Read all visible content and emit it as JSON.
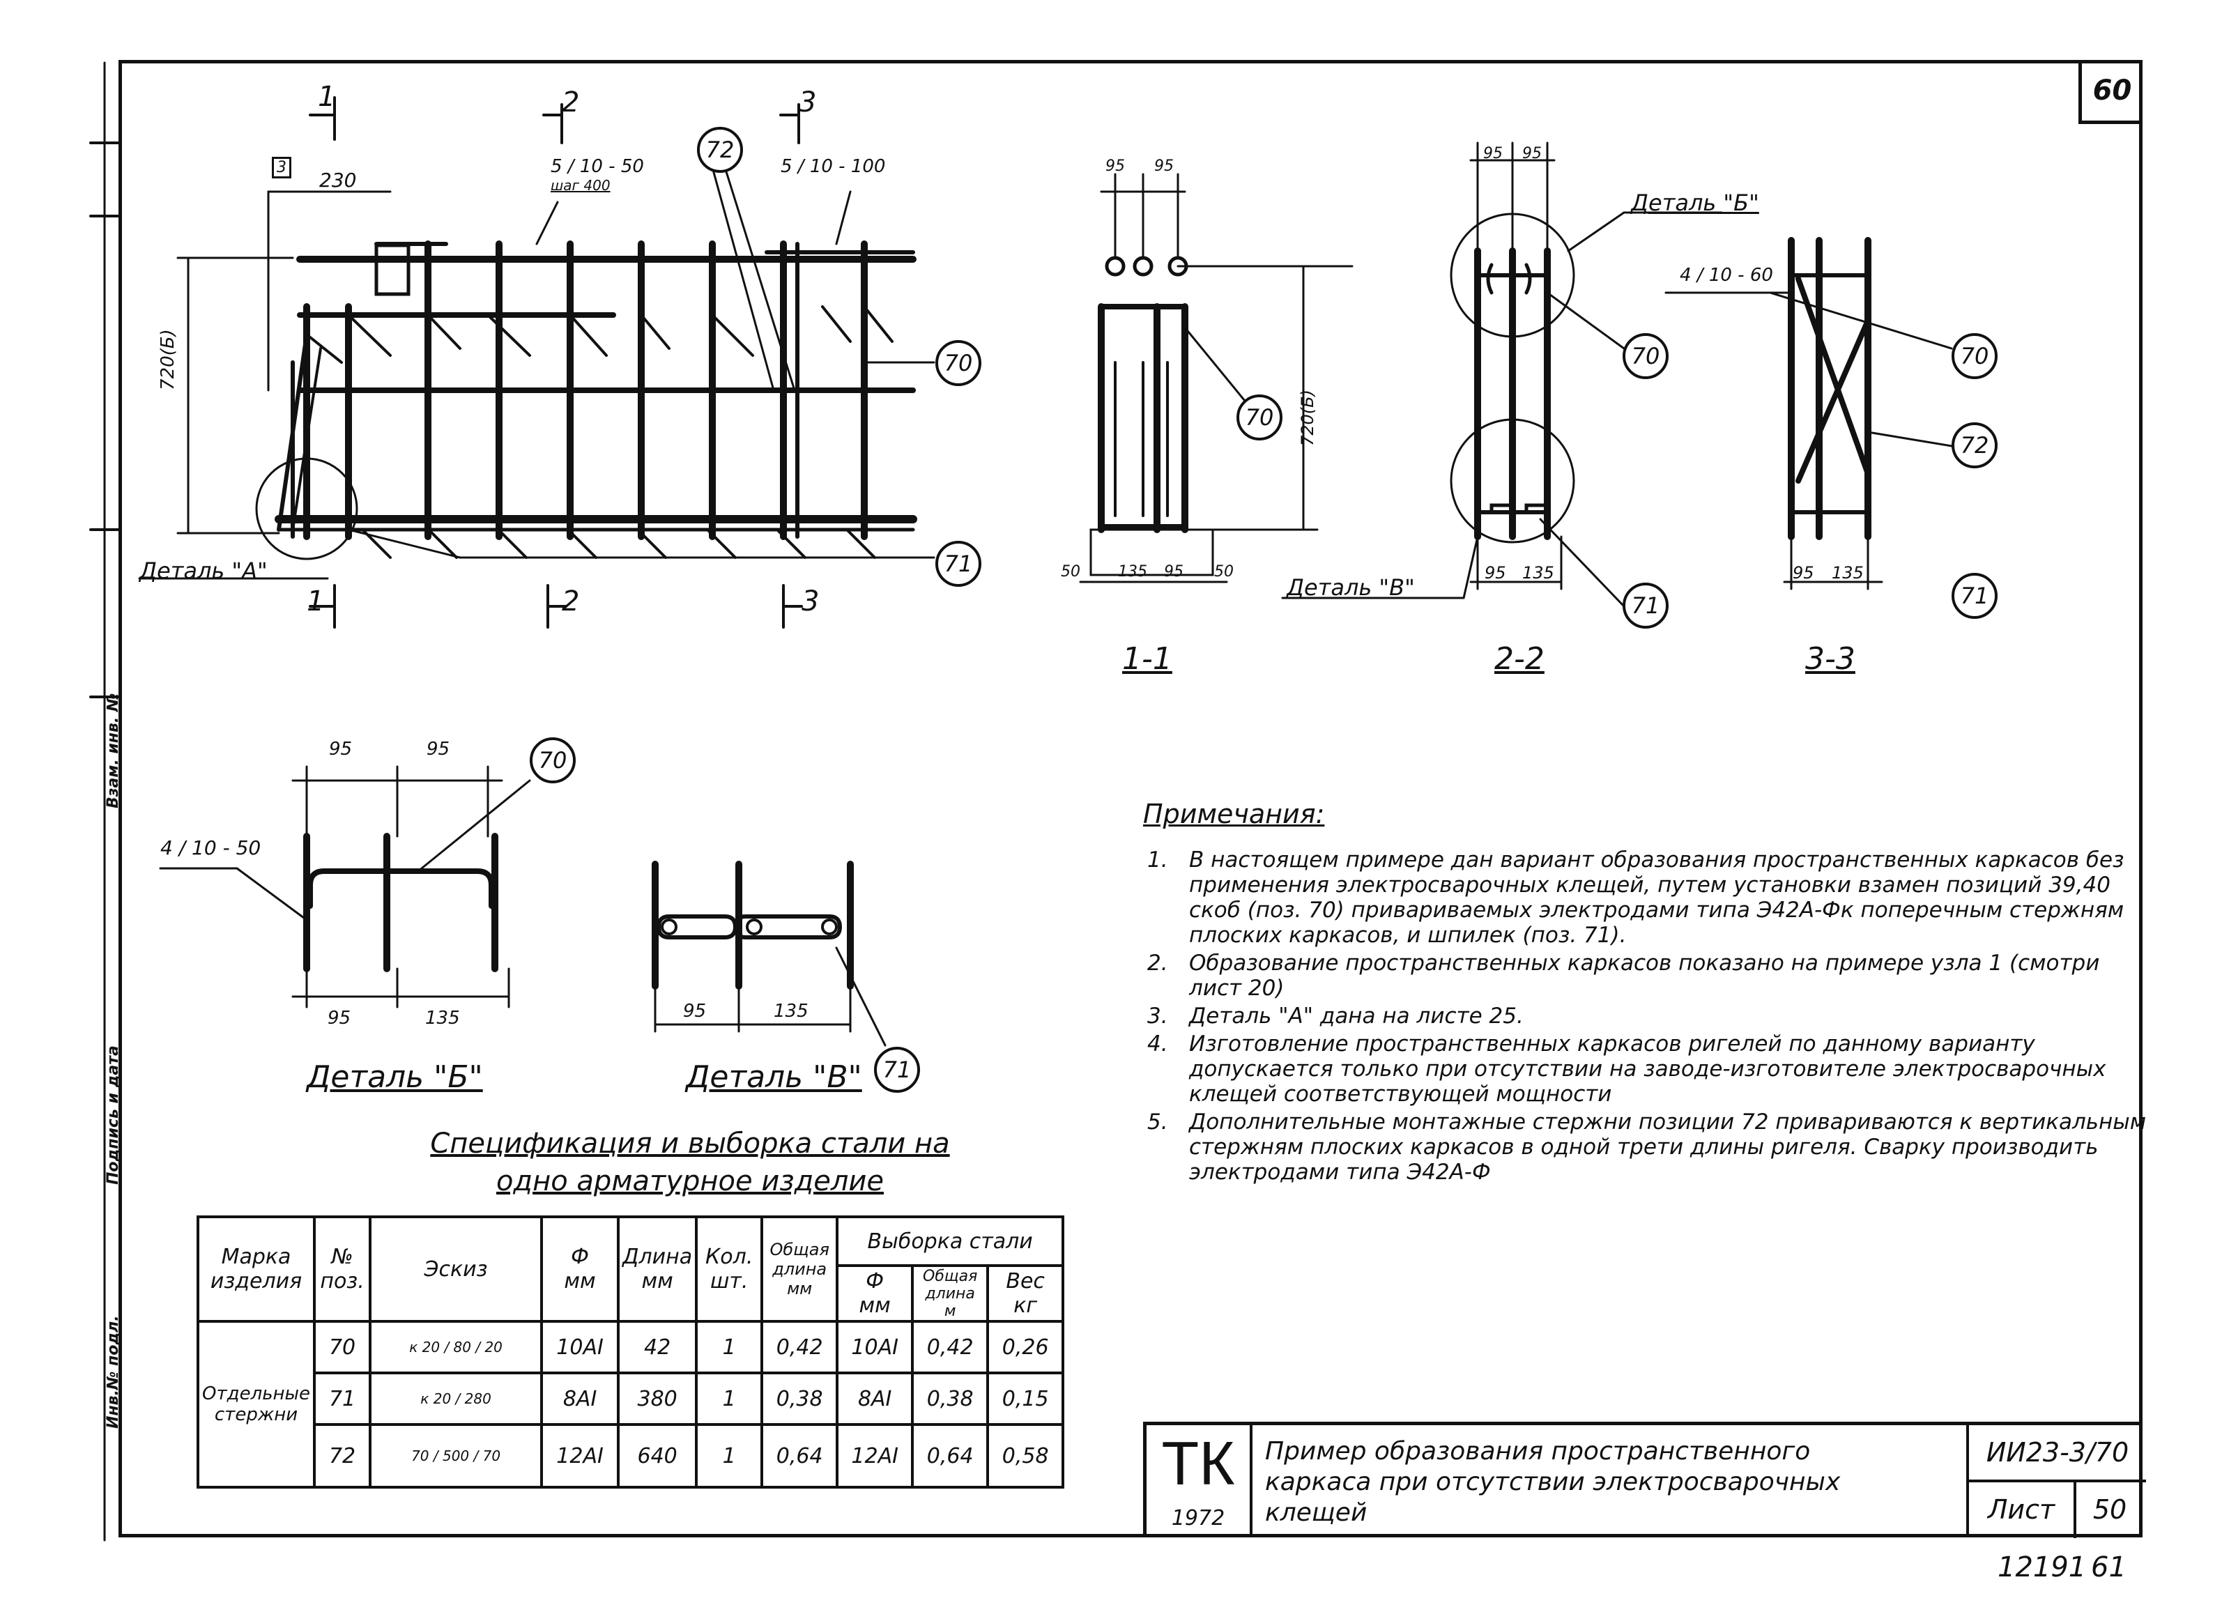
{
  "sheet": {
    "corner_number": "60",
    "bottom_stamp": "12191",
    "bottom_page": "61"
  },
  "margin": {
    "stamp_1": "Инв.№ подл.",
    "stamp_2": "Подпись и дата",
    "stamp_3": "Взам. инв. №"
  },
  "elevation": {
    "section_marks": [
      "1",
      "2",
      "3",
      "1",
      "2",
      "3"
    ],
    "dim_230": "230",
    "dim_height": "720(Б)",
    "bar_label_1": "5 / 10 - 50",
    "bar_label_1_sub": "шаг 400",
    "bar_label_2": "5 / 10 - 100",
    "detail_a": "Деталь \"А\"",
    "mark_box": "3"
  },
  "section_1": {
    "caption": "1-1",
    "dims_bottom": [
      "50",
      "135",
      "95",
      "50"
    ],
    "dims_top": [
      "95",
      "95"
    ],
    "dim_height": "720(Б)"
  },
  "section_2": {
    "caption": "2-2",
    "detail_b_label": "Деталь \"Б\"",
    "detail_v_label": "Деталь \"В\"",
    "dims_top": [
      "95",
      "95"
    ],
    "dims_bottom": [
      "95",
      "135"
    ]
  },
  "section_3": {
    "caption": "3-3",
    "bar_label": "4 / 10 - 60",
    "dims_bottom": [
      "95",
      "135"
    ]
  },
  "detail_b": {
    "caption": "Деталь \"Б\"",
    "dims_top": [
      "95",
      "95"
    ],
    "dims_bottom": [
      "95",
      "135"
    ],
    "bar_label": "4 / 10 - 50"
  },
  "detail_v": {
    "caption": "Деталь \"В\"",
    "dims_bottom": [
      "95",
      "135"
    ]
  },
  "bubbles": [
    "70",
    "71",
    "72"
  ],
  "notes": {
    "title": "Примечания:",
    "items": [
      {
        "num": "1.",
        "text": "В настоящем примере дан вариант образования пространственных каркасов без применения электросварочных клещей, путем установки взамен позиций 39,40 скоб (поз. 70) привариваемых электродами типа Э42А-Фк поперечным стержням плоских каркасов, и шпилек (поз. 71)."
      },
      {
        "num": "2.",
        "text": "Образование пространственных каркасов показано на примере узла 1 (смотри лист 20)"
      },
      {
        "num": "3.",
        "text": "Деталь \"А\" дана на листе 25."
      },
      {
        "num": "4.",
        "text": "Изготовление пространственных каркасов ригелей по данному варианту допускается только при отсутствии на заводе-изготовителе электросварочных клещей соответствующей мощности"
      },
      {
        "num": "5.",
        "text": "Дополнительные монтажные стержни позиции 72 привариваются к вертикальным стержням плоских каркасов в одной трети длины ригеля. Сварку производить электродами типа Э42А-Ф"
      }
    ]
  },
  "spec": {
    "title_line1": "Спецификация и выборка стали на",
    "title_line2": "одно арматурное изделие",
    "headers": {
      "mark": "Марка изделия",
      "pos": "№ поз.",
      "sketch": "Эскиз",
      "dia": "Ф",
      "dia_unit": "мм",
      "length": "Длина",
      "length_unit": "мм",
      "qty": "Кол.",
      "qty_unit": "шт.",
      "total_len": "Общая длина",
      "total_len_unit": "мм",
      "selection": "Выборка стали",
      "sel_dia": "Ф",
      "sel_dia_unit": "мм",
      "sel_len": "Общая длина",
      "sel_len_unit": "м",
      "sel_weight": "Вес",
      "sel_weight_unit": "кг"
    },
    "mark_value": "Отдельные стержни",
    "rows": [
      {
        "pos": "70",
        "sketch": "к 20 / 80 / 20",
        "dia": "10АI",
        "length": "42",
        "qty": "1",
        "total": "0,42",
        "sel_dia": "10АI",
        "sel_len": "0,42",
        "weight": "0,26"
      },
      {
        "pos": "71",
        "sketch": "к 20 / 280",
        "dia": "8АI",
        "length": "380",
        "qty": "1",
        "total": "0,38",
        "sel_dia": "8АI",
        "sel_len": "0,38",
        "weight": "0,15"
      },
      {
        "pos": "72",
        "sketch": "70 / 500 / 70",
        "dia": "12АI",
        "length": "640",
        "qty": "1",
        "total": "0,64",
        "sel_dia": "12АI",
        "sel_len": "0,64",
        "weight": "0,58"
      }
    ]
  },
  "title_block": {
    "org": "ТК",
    "year": "1972",
    "title": "Пример образования пространственного каркаса при отсутствии электросварочных клещей",
    "code": "ИИ23-3/70",
    "sheet_label": "Лист",
    "sheet_num": "50"
  }
}
